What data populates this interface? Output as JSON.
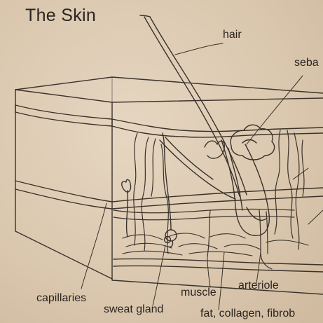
{
  "title": "The Skin",
  "labels": {
    "hair": "hair",
    "sebaceous": "seba",
    "capillaries": "capillaries",
    "sweat_gland": "sweat gland",
    "muscle": "muscle",
    "arteriole": "arteriole",
    "fat": "fat, collagen, fibrob"
  },
  "colors": {
    "ink": "#2b2520",
    "paper": "#dccab3"
  }
}
